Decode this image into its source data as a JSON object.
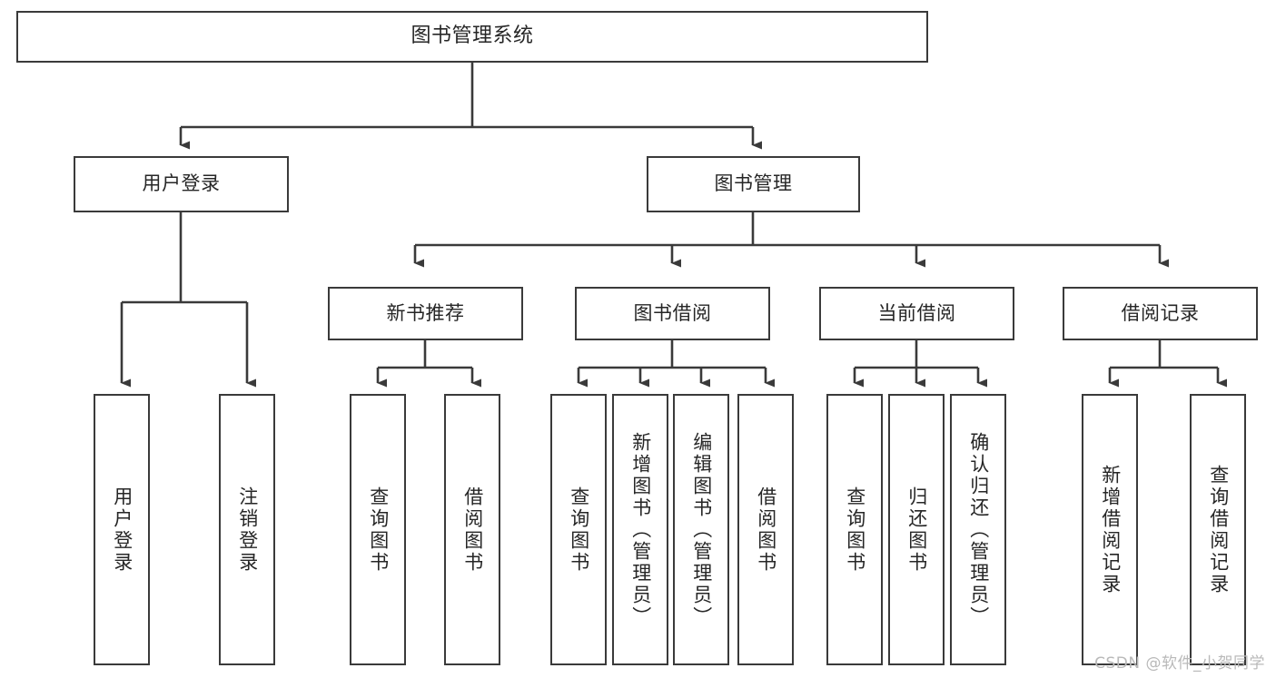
{
  "diagram": {
    "title": "图书管理系统",
    "type": "tree-hierarchy-chart",
    "stroke_color": "#3a3a3a",
    "fill_color": "#ffffff",
    "text_color": "#262626"
  },
  "nodes": {
    "root": {
      "label": "图书管理系统"
    },
    "level2": [
      {
        "label": "用户登录"
      },
      {
        "label": "图书管理"
      }
    ],
    "level3": [
      {
        "label": "新书推荐"
      },
      {
        "label": "图书借阅"
      },
      {
        "label": "当前借阅"
      },
      {
        "label": "借阅记录"
      }
    ],
    "leaves_user_login": [
      {
        "label": "用户登录"
      },
      {
        "label": "注销登录"
      }
    ],
    "leaves_new_book": [
      {
        "label": "查询图书"
      },
      {
        "label": "借阅图书"
      }
    ],
    "leaves_borrow": [
      {
        "label": "查询图书"
      },
      {
        "label": "新增图书（管理员）"
      },
      {
        "label": "编辑图书（管理员）"
      },
      {
        "label": "借阅图书"
      }
    ],
    "leaves_current": [
      {
        "label": "查询图书"
      },
      {
        "label": "归还图书"
      },
      {
        "label": "确认归还（管理员）"
      }
    ],
    "leaves_records": [
      {
        "label": "新增借阅记录"
      },
      {
        "label": "查询借阅记录"
      }
    ]
  },
  "watermark": {
    "text": "CSDN @软件_小贺同学"
  }
}
